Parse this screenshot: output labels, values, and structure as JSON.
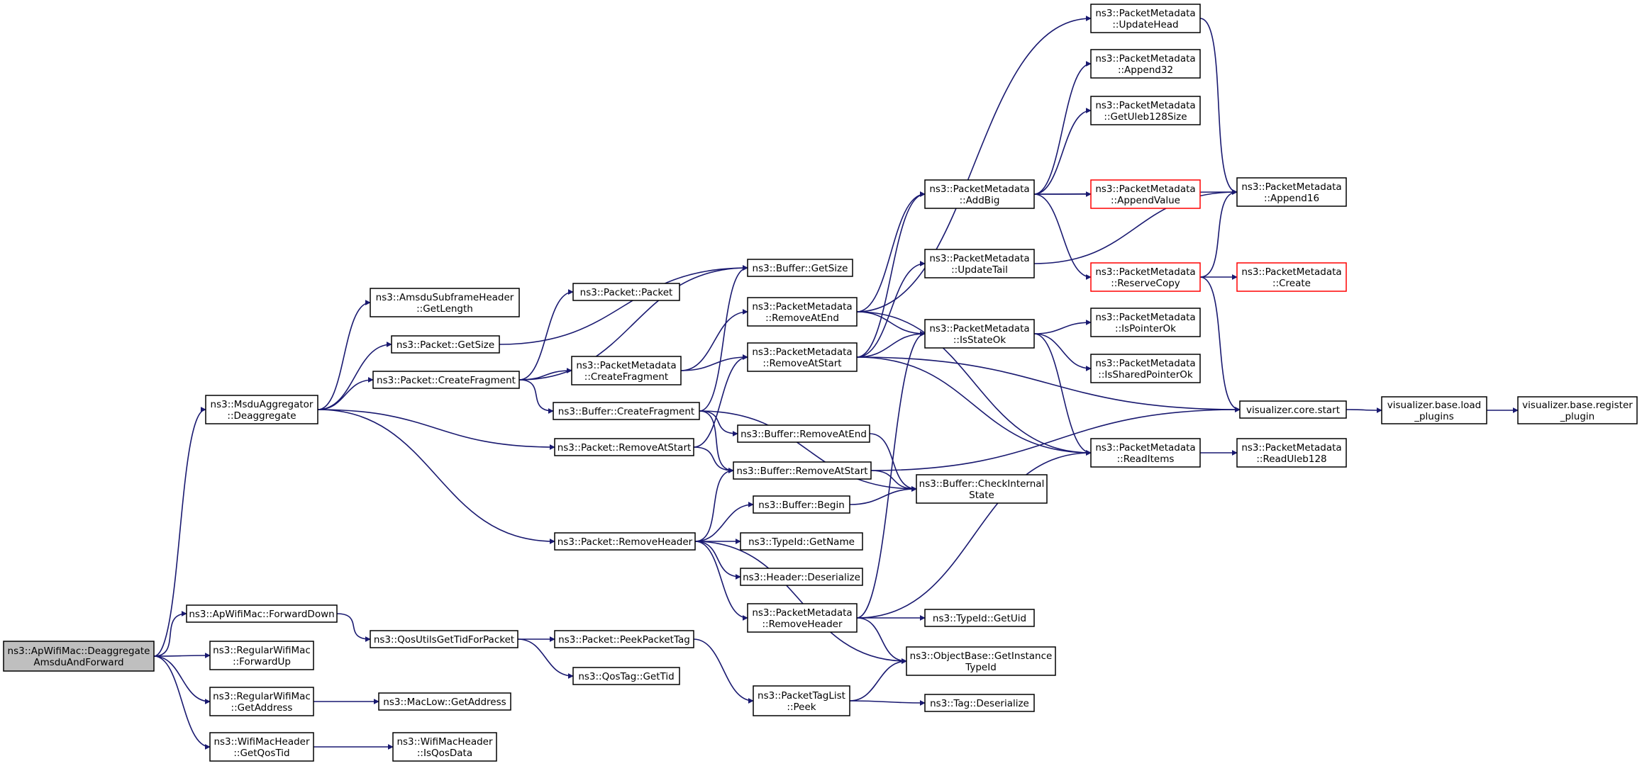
{
  "title": "",
  "edge_color": "#191970",
  "highlight_fill": "#bfbfbf",
  "missing_stroke": "#ff0000",
  "nodes": [
    {
      "id": "root",
      "lines": [
        "ns3::ApWifiMac::Deaggregate",
        "AmsduAndForward"
      ],
      "style": "highlight"
    },
    {
      "id": "msdu_deagg",
      "lines": [
        "ns3::MsduAggregator",
        "::Deaggregate"
      ]
    },
    {
      "id": "amsdu_getlen",
      "lines": [
        "ns3::AmsduSubframeHeader",
        "::GetLength"
      ]
    },
    {
      "id": "pkt_getsize",
      "lines": [
        "ns3::Packet::GetSize"
      ]
    },
    {
      "id": "pkt_createfrag",
      "lines": [
        "ns3::Packet::CreateFragment"
      ]
    },
    {
      "id": "pkt_removeatstart",
      "lines": [
        "ns3::Packet::RemoveAtStart"
      ]
    },
    {
      "id": "pkt_removeheader",
      "lines": [
        "ns3::Packet::RemoveHeader"
      ]
    },
    {
      "id": "buf_getsize",
      "lines": [
        "ns3::Buffer::GetSize"
      ]
    },
    {
      "id": "pkt_packet",
      "lines": [
        "ns3::Packet::Packet"
      ]
    },
    {
      "id": "pm_createfrag",
      "lines": [
        "ns3::PacketMetadata",
        "::CreateFragment"
      ]
    },
    {
      "id": "buf_createfrag",
      "lines": [
        "ns3::Buffer::CreateFragment"
      ]
    },
    {
      "id": "pm_removeatend",
      "lines": [
        "ns3::PacketMetadata",
        "::RemoveAtEnd"
      ]
    },
    {
      "id": "pm_removeatstart",
      "lines": [
        "ns3::PacketMetadata",
        "::RemoveAtStart"
      ]
    },
    {
      "id": "buf_removeatend",
      "lines": [
        "ns3::Buffer::RemoveAtEnd"
      ]
    },
    {
      "id": "buf_removeatstart",
      "lines": [
        "ns3::Buffer::RemoveAtStart"
      ]
    },
    {
      "id": "buf_begin",
      "lines": [
        "ns3::Buffer::Begin"
      ]
    },
    {
      "id": "typeid_getname",
      "lines": [
        "ns3::TypeId::GetName"
      ]
    },
    {
      "id": "header_deser",
      "lines": [
        "ns3::Header::Deserialize"
      ]
    },
    {
      "id": "pm_removeheader",
      "lines": [
        "ns3::PacketMetadata",
        "::RemoveHeader"
      ]
    },
    {
      "id": "pm_updatehead",
      "lines": [
        "ns3::PacketMetadata",
        "::UpdateHead"
      ]
    },
    {
      "id": "pm_append32",
      "lines": [
        "ns3::PacketMetadata",
        "::Append32"
      ]
    },
    {
      "id": "pm_getuleb",
      "lines": [
        "ns3::PacketMetadata",
        "::GetUleb128Size"
      ]
    },
    {
      "id": "pm_addbig",
      "lines": [
        "ns3::PacketMetadata",
        "::AddBig"
      ]
    },
    {
      "id": "pm_appendvalue",
      "lines": [
        "ns3::PacketMetadata",
        "::AppendValue"
      ],
      "style": "missing"
    },
    {
      "id": "pm_append16",
      "lines": [
        "ns3::PacketMetadata",
        "::Append16"
      ]
    },
    {
      "id": "pm_updatetail",
      "lines": [
        "ns3::PacketMetadata",
        "::UpdateTail"
      ]
    },
    {
      "id": "pm_reservecopy",
      "lines": [
        "ns3::PacketMetadata",
        "::ReserveCopy"
      ],
      "style": "missing"
    },
    {
      "id": "pm_create",
      "lines": [
        "ns3::PacketMetadata",
        "::Create"
      ],
      "style": "missing"
    },
    {
      "id": "pm_isstateok",
      "lines": [
        "ns3::PacketMetadata",
        "::IsStateOk"
      ]
    },
    {
      "id": "pm_ispointerok",
      "lines": [
        "ns3::PacketMetadata",
        "::IsPointerOk"
      ]
    },
    {
      "id": "pm_issharedok",
      "lines": [
        "ns3::PacketMetadata",
        "::IsSharedPointerOk"
      ]
    },
    {
      "id": "vis_start",
      "lines": [
        "visualizer.core.start"
      ]
    },
    {
      "id": "vis_load",
      "lines": [
        "visualizer.base.load",
        "_plugins"
      ]
    },
    {
      "id": "vis_register",
      "lines": [
        "visualizer.base.register",
        "_plugin"
      ]
    },
    {
      "id": "pm_readitems",
      "lines": [
        "ns3::PacketMetadata",
        "::ReadItems"
      ]
    },
    {
      "id": "pm_readuleb",
      "lines": [
        "ns3::PacketMetadata",
        "::ReadUleb128"
      ]
    },
    {
      "id": "buf_checkinternal",
      "lines": [
        "ns3::Buffer::CheckInternal",
        "State"
      ]
    },
    {
      "id": "typeid_getuid",
      "lines": [
        "ns3::TypeId::GetUid"
      ]
    },
    {
      "id": "objbase_getinst",
      "lines": [
        "ns3::ObjectBase::GetInstance",
        "TypeId"
      ]
    },
    {
      "id": "apwifi_fwddown",
      "lines": [
        "ns3::ApWifiMac::ForwardDown"
      ]
    },
    {
      "id": "qos_gettid",
      "lines": [
        "ns3::QosUtilsGetTidForPacket"
      ]
    },
    {
      "id": "pkt_peektag",
      "lines": [
        "ns3::Packet::PeekPacketTag"
      ]
    },
    {
      "id": "qostag_gettid",
      "lines": [
        "ns3::QosTag::GetTid"
      ]
    },
    {
      "id": "ptl_peek",
      "lines": [
        "ns3::PacketTagList",
        "::Peek"
      ]
    },
    {
      "id": "tag_deser",
      "lines": [
        "ns3::Tag::Deserialize"
      ]
    },
    {
      "id": "reg_fwdup",
      "lines": [
        "ns3::RegularWifiMac",
        "::ForwardUp"
      ]
    },
    {
      "id": "reg_getaddr",
      "lines": [
        "ns3::RegularWifiMac",
        "::GetAddress"
      ]
    },
    {
      "id": "maclow_getaddr",
      "lines": [
        "ns3::MacLow::GetAddress"
      ]
    },
    {
      "id": "wmh_getqostid",
      "lines": [
        "ns3::WifiMacHeader",
        "::GetQosTid"
      ]
    },
    {
      "id": "wmh_isqosdata",
      "lines": [
        "ns3::WifiMacHeader",
        "::IsQosData"
      ]
    }
  ],
  "edges": [
    [
      "root",
      "msdu_deagg"
    ],
    [
      "root",
      "apwifi_fwddown"
    ],
    [
      "root",
      "reg_fwdup"
    ],
    [
      "root",
      "reg_getaddr"
    ],
    [
      "root",
      "wmh_getqostid"
    ],
    [
      "msdu_deagg",
      "amsdu_getlen"
    ],
    [
      "msdu_deagg",
      "pkt_getsize"
    ],
    [
      "msdu_deagg",
      "pkt_createfrag"
    ],
    [
      "msdu_deagg",
      "pkt_removeatstart"
    ],
    [
      "msdu_deagg",
      "pkt_removeheader"
    ],
    [
      "pkt_getsize",
      "buf_getsize"
    ],
    [
      "pkt_createfrag",
      "pkt_packet"
    ],
    [
      "pkt_createfrag",
      "buf_getsize"
    ],
    [
      "pkt_createfrag",
      "pm_createfrag"
    ],
    [
      "pkt_createfrag",
      "buf_createfrag"
    ],
    [
      "pm_createfrag",
      "pm_removeatend"
    ],
    [
      "pm_createfrag",
      "pm_removeatstart"
    ],
    [
      "buf_createfrag",
      "buf_getsize"
    ],
    [
      "buf_createfrag",
      "buf_removeatend"
    ],
    [
      "buf_createfrag",
      "buf_removeatstart"
    ],
    [
      "buf_createfrag",
      "buf_checkinternal"
    ],
    [
      "pkt_removeatstart",
      "pm_removeatstart"
    ],
    [
      "pkt_removeatstart",
      "buf_removeatstart"
    ],
    [
      "pkt_removeheader",
      "buf_removeatstart"
    ],
    [
      "pkt_removeheader",
      "buf_begin"
    ],
    [
      "pkt_removeheader",
      "typeid_getname"
    ],
    [
      "pkt_removeheader",
      "header_deser"
    ],
    [
      "pkt_removeheader",
      "pm_removeheader"
    ],
    [
      "pkt_removeheader",
      "objbase_getinst"
    ],
    [
      "pm_removeatend",
      "pm_updatehead"
    ],
    [
      "pm_removeatend",
      "pm_addbig"
    ],
    [
      "pm_removeatend",
      "pm_isstateok"
    ],
    [
      "pm_removeatend",
      "pm_readitems"
    ],
    [
      "pm_removeatstart",
      "pm_addbig"
    ],
    [
      "pm_removeatstart",
      "pm_updatetail"
    ],
    [
      "pm_removeatstart",
      "pm_isstateok"
    ],
    [
      "pm_removeatstart",
      "vis_start"
    ],
    [
      "pm_removeatstart",
      "pm_readitems"
    ],
    [
      "buf_removeatend",
      "buf_checkinternal"
    ],
    [
      "buf_removeatstart",
      "buf_checkinternal"
    ],
    [
      "buf_removeatstart",
      "vis_start"
    ],
    [
      "buf_begin",
      "buf_checkinternal"
    ],
    [
      "pm_removeheader",
      "pm_isstateok"
    ],
    [
      "pm_removeheader",
      "pm_readitems"
    ],
    [
      "pm_removeheader",
      "typeid_getuid"
    ],
    [
      "pm_removeheader",
      "objbase_getinst"
    ],
    [
      "pm_updatehead",
      "pm_append16"
    ],
    [
      "pm_addbig",
      "pm_append32"
    ],
    [
      "pm_addbig",
      "pm_getuleb"
    ],
    [
      "pm_addbig",
      "pm_appendvalue"
    ],
    [
      "pm_addbig",
      "pm_append16"
    ],
    [
      "pm_addbig",
      "pm_reservecopy"
    ],
    [
      "pm_updatetail",
      "pm_append16"
    ],
    [
      "pm_reservecopy",
      "pm_append16"
    ],
    [
      "pm_reservecopy",
      "pm_create"
    ],
    [
      "pm_reservecopy",
      "vis_start"
    ],
    [
      "pm_isstateok",
      "pm_ispointerok"
    ],
    [
      "pm_isstateok",
      "pm_issharedok"
    ],
    [
      "pm_isstateok",
      "pm_readitems"
    ],
    [
      "vis_start",
      "vis_load"
    ],
    [
      "vis_load",
      "vis_register"
    ],
    [
      "pm_readitems",
      "pm_readuleb"
    ],
    [
      "apwifi_fwddown",
      "qos_gettid"
    ],
    [
      "qos_gettid",
      "pkt_peektag"
    ],
    [
      "qos_gettid",
      "qostag_gettid"
    ],
    [
      "pkt_peektag",
      "ptl_peek"
    ],
    [
      "ptl_peek",
      "objbase_getinst"
    ],
    [
      "ptl_peek",
      "tag_deser"
    ],
    [
      "reg_getaddr",
      "maclow_getaddr"
    ],
    [
      "wmh_getqostid",
      "wmh_isqosdata"
    ]
  ]
}
